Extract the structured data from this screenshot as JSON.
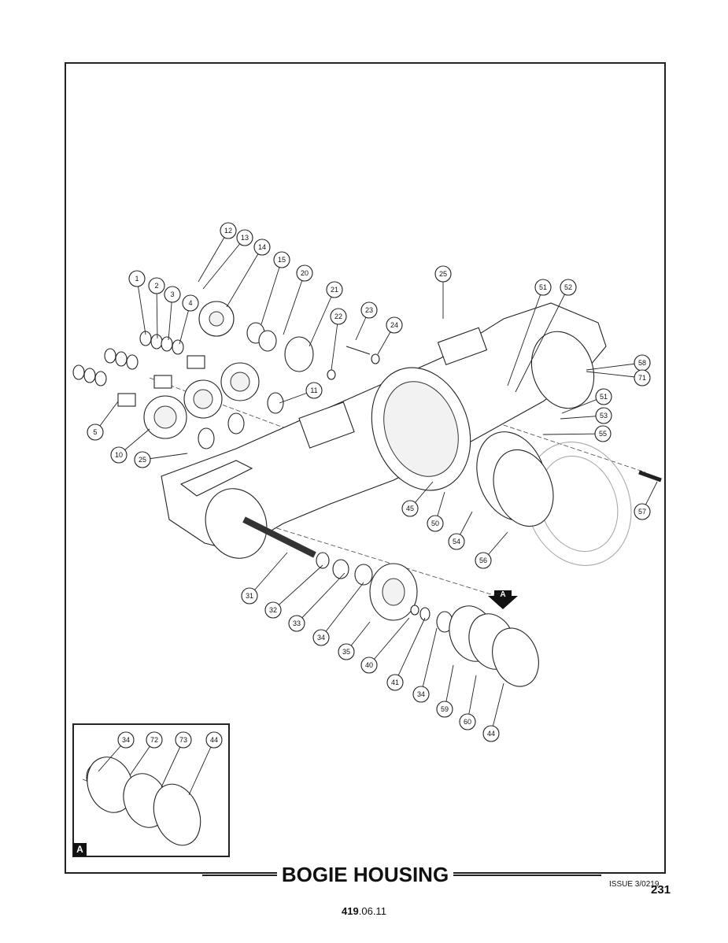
{
  "title": "BOGIE HOUSING",
  "issue": "ISSUE 3/0219",
  "page_number": "231",
  "doc_ref_bold": "419",
  "doc_ref_rest": ".06.11",
  "view_marker": "A",
  "inset_label": "A",
  "callouts_main": [
    "1",
    "2",
    "3",
    "4",
    "5",
    "10",
    "11",
    "12",
    "13",
    "14",
    "15",
    "20",
    "21",
    "22",
    "23",
    "24",
    "25",
    "25",
    "31",
    "32",
    "33",
    "34",
    "35",
    "40",
    "41",
    "34",
    "44",
    "45",
    "50",
    "51",
    "51",
    "52",
    "53",
    "54",
    "55",
    "56",
    "57",
    "58",
    "71",
    "59",
    "60"
  ],
  "callouts_inset": [
    "34",
    "72",
    "73",
    "44"
  ]
}
